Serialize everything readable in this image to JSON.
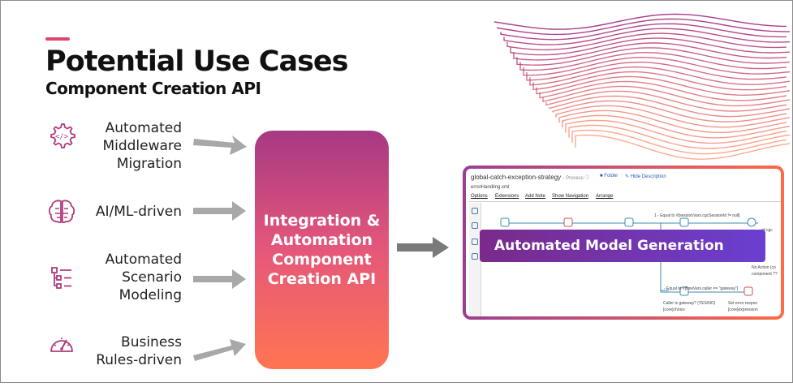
{
  "title": "Potential Use Cases",
  "subtitle": "Component Creation API",
  "use_cases": [
    {
      "lines": [
        "Automated",
        "Middleware",
        "Migration"
      ],
      "icon": "gear-code-icon"
    },
    {
      "lines": [
        "AI/ML-driven"
      ],
      "icon": "brain-icon"
    },
    {
      "lines": [
        "Automated",
        "Scenario",
        "Modeling"
      ],
      "icon": "flow-list-icon"
    },
    {
      "lines": [
        "Business",
        "Rules-driven"
      ],
      "icon": "gauge-icon"
    }
  ],
  "hub": {
    "lines": [
      "Integration &",
      "Automation",
      "Component",
      "Creation API"
    ]
  },
  "output": {
    "banner": "Automated Model Generation",
    "process_title": "global-catch-exception-strategy",
    "process_meta": "- Process ⓘ",
    "folder_link": "Folder",
    "description_link": "Hide Description",
    "file_name": "errorHandling.xml",
    "menu": [
      "Options",
      "Extensions",
      "Add Note",
      "Show Navigation",
      "Arrange"
    ],
    "flow_texts": {
      "condition1": "1 - Equal to #[sessionVars.cgcSessionId != null]",
      "condition1_tail": "...of-cgc",
      "no_action_1": "No Action (co",
      "no_action_2": "component ??",
      "condition2": "- Equal to #[flowVars.caller == \"gateway\"]",
      "caller_1": "Caller is gateway? (YES/NO)",
      "caller_2": "[core]choice",
      "set_error_1": "Set error respon",
      "set_error_2": "[core]expression"
    }
  },
  "colors": {
    "accent": "#e2446a",
    "hub_top": "#a73983",
    "hub_bottom": "#ff7552",
    "banner": "#6a3fd0",
    "arrow": "#a8a8a8",
    "icon": "#b03a7c"
  }
}
